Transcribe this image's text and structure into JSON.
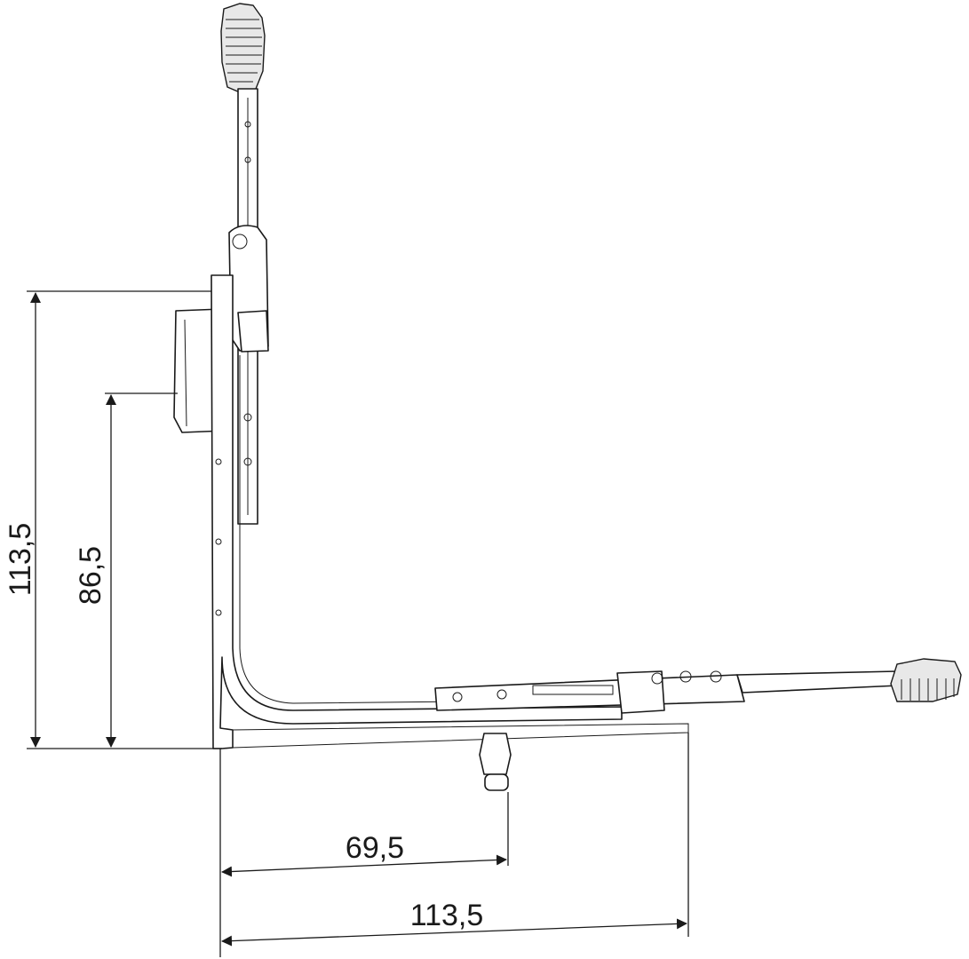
{
  "drawing": {
    "dimensions": {
      "vertical_total": "113,5",
      "vertical_inner": "86,5",
      "horizontal_inner": "69,5",
      "horizontal_total": "113,5"
    },
    "line_color": "#1a1a1a"
  }
}
